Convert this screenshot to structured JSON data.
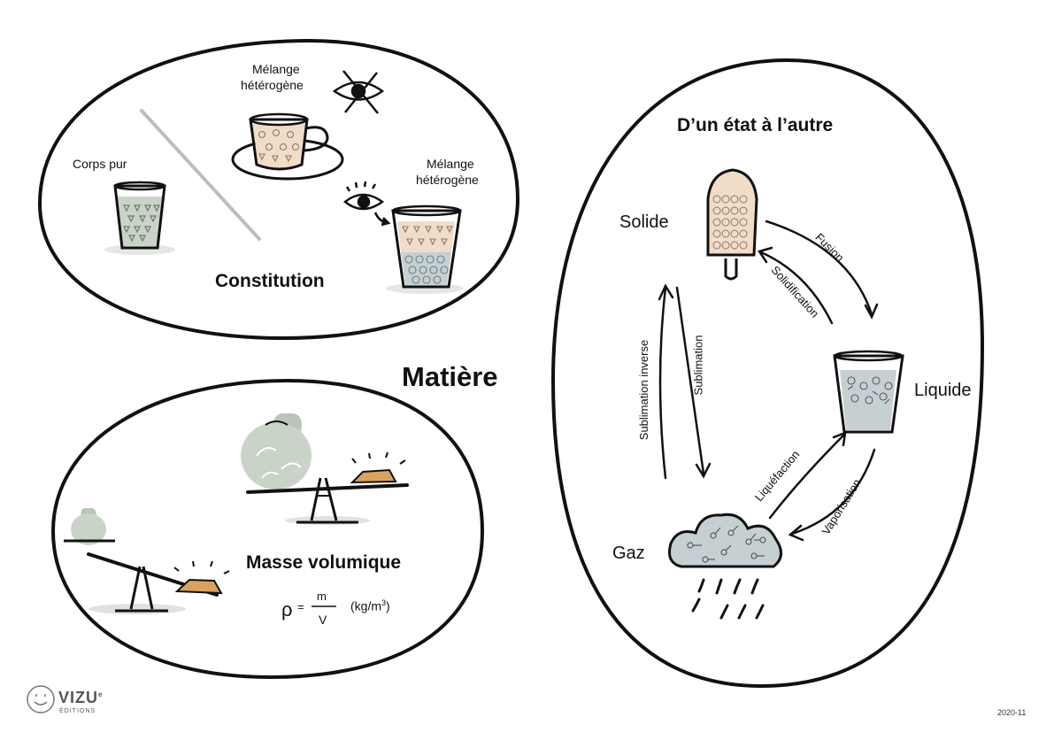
{
  "central_title": "Matière",
  "constitution": {
    "title": "Constitution",
    "corps_pur": "Corps pur",
    "melange_top_line1": "Mélange",
    "melange_top_line2": "hétérogène",
    "melange_right_line1": "Mélange",
    "melange_right_line2": "hétérogène"
  },
  "masse": {
    "title": "Masse volumique",
    "rho": "ρ",
    "equals": "=",
    "numerator": "m",
    "denominator": "V",
    "unit": "(kg/m",
    "unit_exp": "3",
    "unit_close": ")"
  },
  "etats": {
    "title": "D’un état à l’autre",
    "solide": "Solide",
    "liquide": "Liquide",
    "gaz": "Gaz",
    "fusion": "Fusion",
    "solidification": "Solidification",
    "vaporisation": "Vaporisation",
    "liquefaction": "Liquéfaction",
    "sublimation": "Sublimation",
    "sublimation_inverse": "Sublimation inverse"
  },
  "footer": {
    "logo": "VIZU",
    "logo_mark": "e",
    "logo_sub": "ÉDITIONS",
    "date": "2020-11"
  },
  "colors": {
    "ink": "#111111",
    "beige": "#f1dcc7",
    "sage": "#c9d3c8",
    "sage_dark": "#b7c6b6",
    "orange": "#dba25e",
    "blue_grey": "#c6d0d3",
    "grey_line": "#bdbdbd"
  }
}
